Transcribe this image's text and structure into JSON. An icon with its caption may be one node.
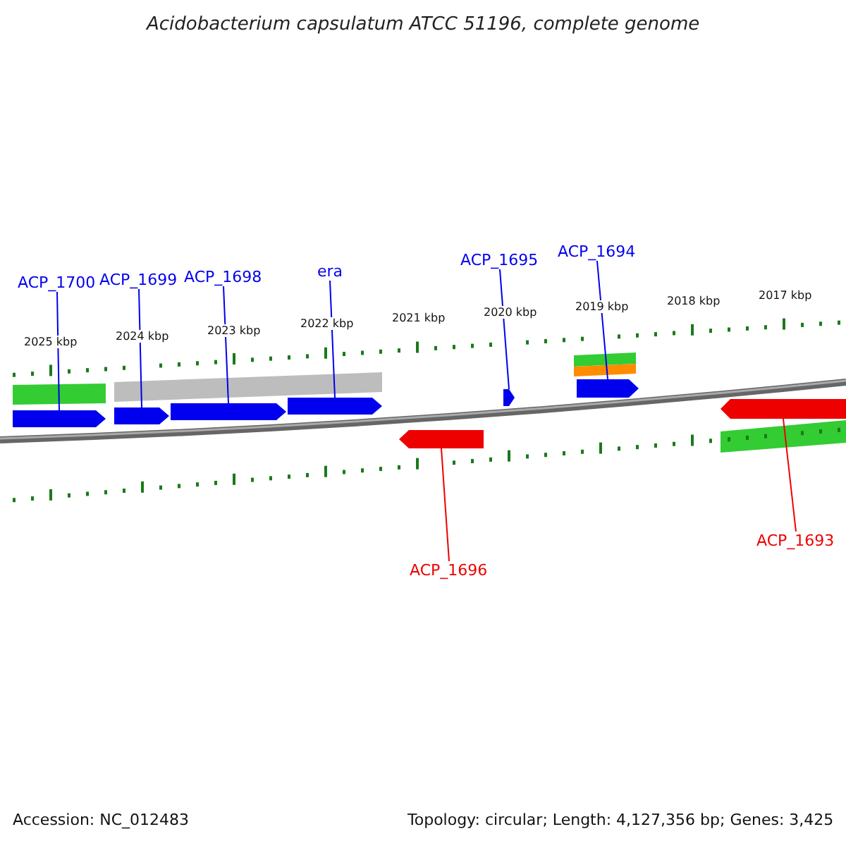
{
  "diagram": {
    "title": "Acidobacterium capsulatum ATCC 51196, complete genome",
    "nodes": [
      {
        "text": [
          "ACP_1700"
        ]
      },
      {
        "text": [
          "ACP_1699"
        ]
      },
      {
        "text": [
          "ACP_1698"
        ]
      },
      {
        "text": [
          "era"
        ]
      },
      {
        "text": [
          "ACP_1695"
        ]
      },
      {
        "text": [
          "ACP_1694"
        ]
      },
      {
        "text": [
          "ACP_1696"
        ]
      },
      {
        "text": [
          "ACP_1693"
        ]
      },
      {
        "text": [],
        "shape": "arrow"
      },
      {
        "text": [],
        "shape": "arrow"
      },
      {
        "text": [],
        "shape": "arrow"
      },
      {
        "text": [],
        "shape": "arrow"
      },
      {
        "text": [],
        "shape": "arrow"
      },
      {
        "text": [],
        "shape": "arrow"
      },
      {
        "text": [],
        "shape": "arrow"
      },
      {
        "text": [],
        "shape": "arrow"
      },
      {
        "text": [],
        "shape": "bar"
      },
      {
        "text": [],
        "shape": "bar"
      },
      {
        "text": [],
        "shape": "bar"
      },
      {
        "text": [],
        "shape": "bar"
      },
      {
        "text": [],
        "shape": "bar"
      }
    ],
    "edges": [
      {
        "from": 0,
        "to": 8,
        "arrow": "none"
      },
      {
        "from": 1,
        "to": 9,
        "arrow": "none"
      },
      {
        "from": 2,
        "to": 10,
        "arrow": "none"
      },
      {
        "from": 3,
        "to": 11,
        "arrow": "none"
      },
      {
        "from": 4,
        "to": 12,
        "arrow": "none"
      },
      {
        "from": 5,
        "to": 13,
        "arrow": "none"
      },
      {
        "from": 6,
        "to": 14,
        "arrow": "none",
        "color": "#ee0000"
      },
      {
        "from": 7,
        "to": 15,
        "arrow": "none",
        "color": "#ee0000"
      }
    ],
    "labels": [
      "2025 kbp",
      "2024 kbp",
      "2023 kbp",
      "2022 kbp",
      "2021 kbp",
      "2020 kbp",
      "2019 kbp",
      "2018 kbp",
      "2017 kbp",
      "Accession: NC_012483",
      "Topology: circular; Length: 4,127,356 bp; Genes: 3,425"
    ]
  }
}
